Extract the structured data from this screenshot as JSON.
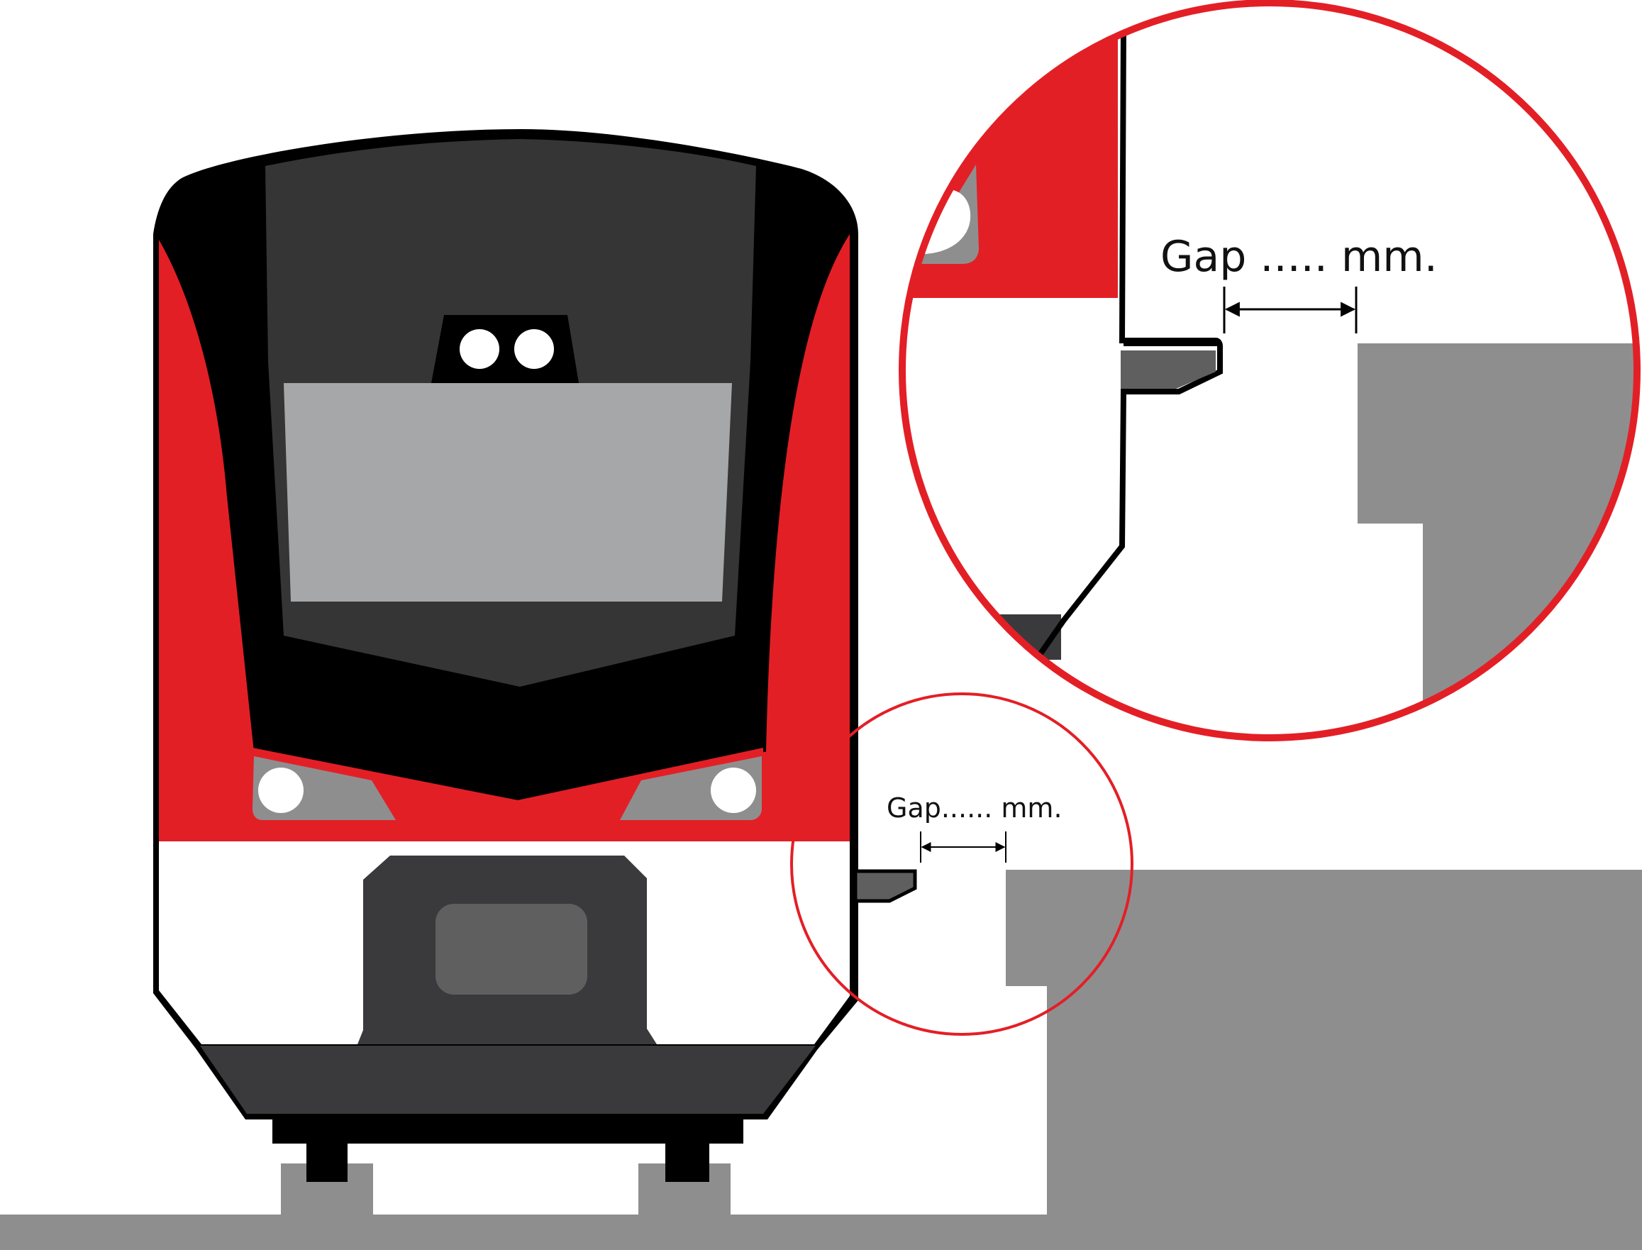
{
  "colors": {
    "red": "#e31f26",
    "black": "#000000",
    "dark_grey": "#353535",
    "window_grey": "#a6a7a9",
    "body_dark": "#3a3a3c",
    "panel_grey": "#5f5f5f",
    "platform_grey": "#8f8e8f",
    "white": "#ffffff"
  },
  "labels": {
    "gap_small": "Gap...... mm.",
    "gap_large": "Gap ..... mm."
  },
  "icons": [
    "train-front",
    "platform",
    "magnifier-circle",
    "dimension-arrow"
  ]
}
